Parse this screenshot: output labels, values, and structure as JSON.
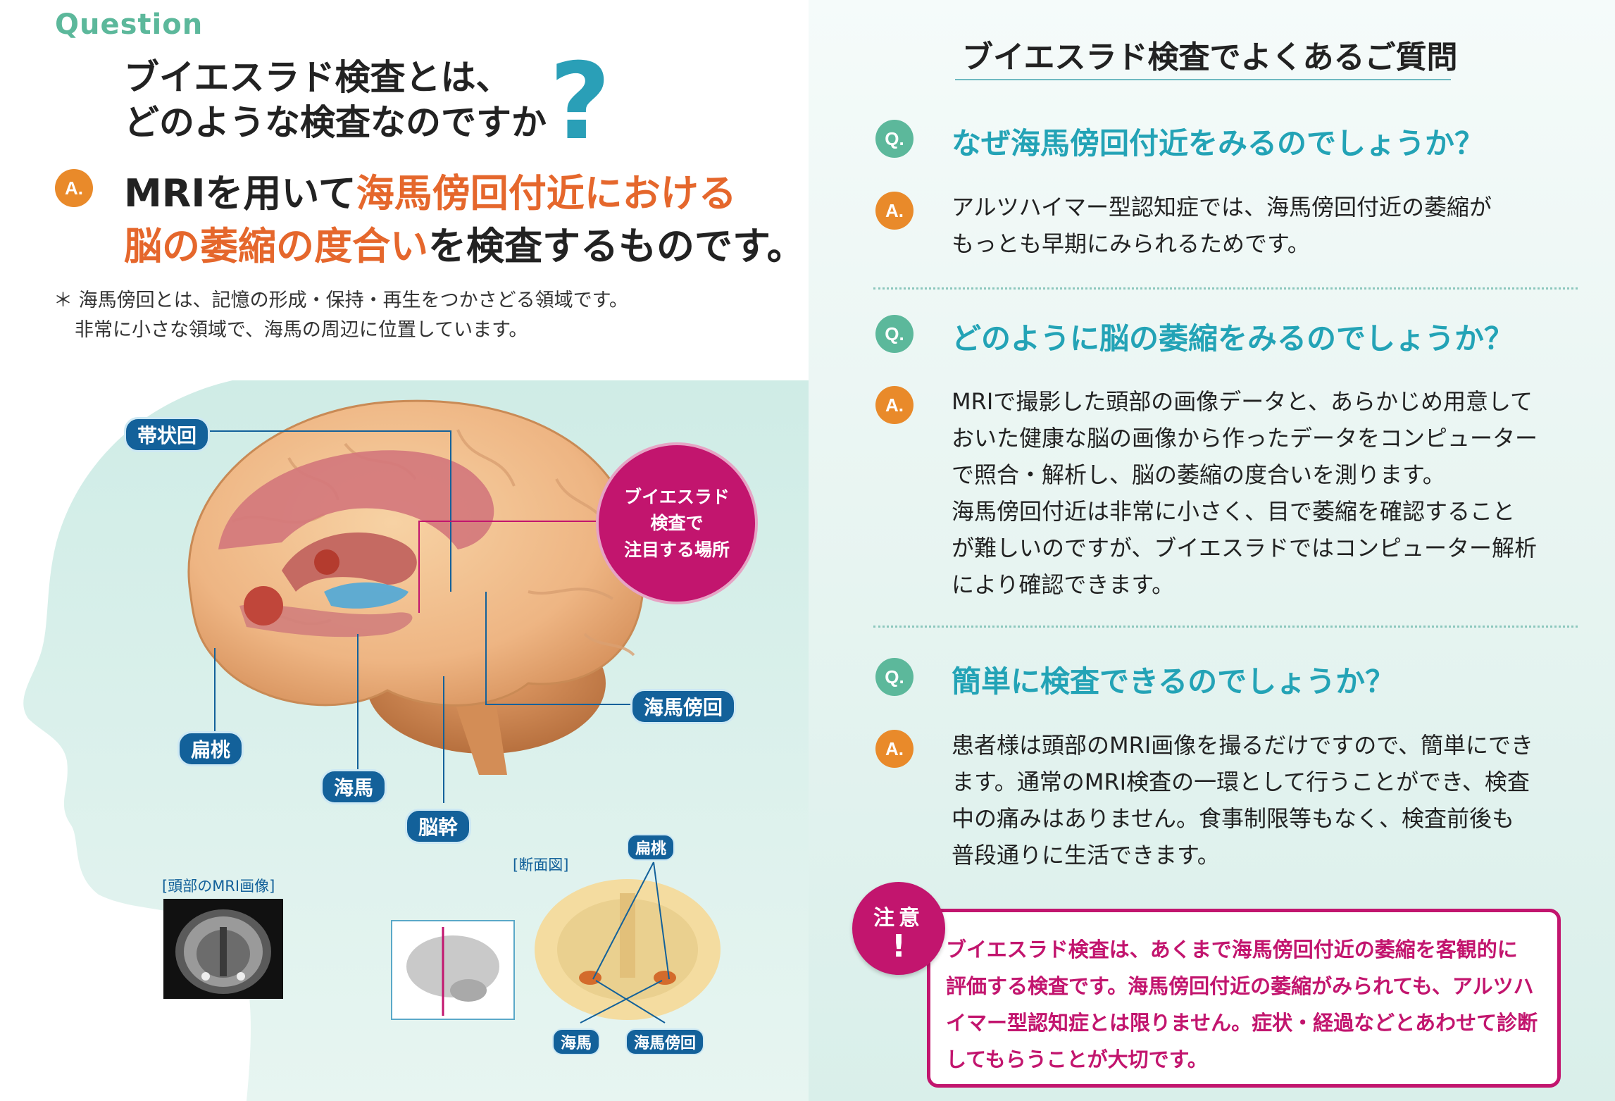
{
  "left": {
    "question_label": "Question",
    "question_lines": [
      "ブイエスラド検査とは、",
      "どのような検査なのですか"
    ],
    "question_mark": "?",
    "answer_badge": "A.",
    "answer_line1_black": "MRIを用いて",
    "answer_line1_orange": "海馬傍回付近における",
    "answer_line2_orange": "脳の萎縮の度合い",
    "answer_line2_black": "を検査するものです。",
    "note_lines": [
      "＊ 海馬傍回とは、記憶の形成・保持・再生をつかさどる領域です。",
      "非常に小さな領域で、海馬の周辺に位置しています。"
    ],
    "brain_labels": {
      "cingulate": "帯状回",
      "parahippocampal": "海馬傍回",
      "amygdala": "扁桃",
      "hippocampus": "海馬",
      "brainstem": "脳幹"
    },
    "focus_circle_lines": [
      "ブイエスラド",
      "検査で",
      "注目する場所"
    ],
    "mri_caption": "[頭部のMRI画像]",
    "section_caption": "[断面図]",
    "section_labels": {
      "amygdala": "扁桃",
      "hippocampus": "海馬",
      "parahippocampal": "海馬傍回"
    }
  },
  "right": {
    "title": "ブイエスラド検査でよくあるご質問",
    "q_badge": "Q.",
    "a_badge": "A.",
    "faq": [
      {
        "question": "なぜ海馬傍回付近をみるのでしょうか？",
        "answer_lines": [
          "アルツハイマー型認知症では、海馬傍回付近の萎縮が",
          "もっとも早期にみられるためです。"
        ]
      },
      {
        "question": "どのように脳の萎縮をみるのでしょうか？",
        "answer_lines": [
          "MRIで撮影した頭部の画像データと、あらかじめ用意して",
          "おいた健康な脳の画像から作ったデータをコンピューター",
          "で照合・解析し、脳の萎縮の度合いを測ります。",
          "海馬傍回付近は非常に小さく、目で萎縮を確認すること",
          "が難しいのですが、ブイエスラドではコンピューター解析",
          "により確認できます。"
        ]
      },
      {
        "question": "簡単に検査できるのでしょうか？",
        "answer_lines": [
          "患者様は頭部のMRI画像を撮るだけですので、簡単にでき",
          "ます。通常のMRI検査の一環として行うことができ、検査",
          "中の痛みはありません。食事制限等もなく、検査前後も",
          "普段通りに生活できます。"
        ]
      }
    ],
    "warning_badge_text": "注意",
    "warning_badge_mark": "!",
    "warning_lines": [
      "ブイエスラド検査は、あくまで海馬傍回付近の萎縮を客観的に",
      "評価する検査です。海馬傍回付近の萎縮がみられても、アルツハ",
      "イマー型認知症とは限りません。症状・経過などとあわせて診断",
      "してもらうことが大切です。"
    ]
  },
  "colors": {
    "accent_teal": "#23a3b6",
    "accent_green": "#5cb89b",
    "accent_orange": "#e5672c",
    "accent_magenta": "#c2156e",
    "label_blue": "#13619a"
  }
}
